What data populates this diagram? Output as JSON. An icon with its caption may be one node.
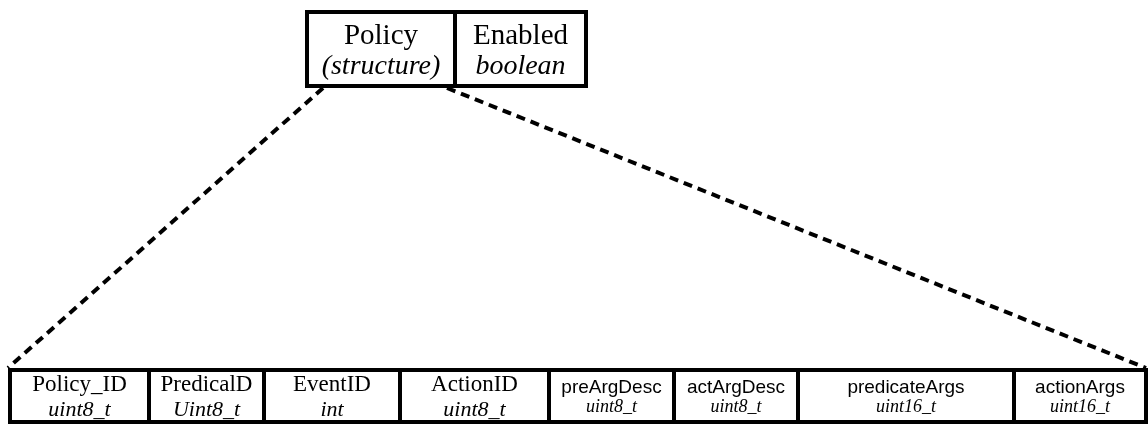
{
  "diagram": {
    "nodes": [
      {
        "text": [
          "Policy",
          "(structure)"
        ]
      },
      {
        "text": [
          "Enabled",
          "boolean"
        ]
      },
      {
        "text": [
          "Policy_ID",
          "uint8_t"
        ]
      },
      {
        "text": [
          "PredicalD",
          "Uint8_t"
        ]
      },
      {
        "text": [
          "EventID",
          "int"
        ]
      },
      {
        "text": [
          "ActionID",
          "uint8_t"
        ]
      },
      {
        "text": [
          "preArgDesc",
          "uint8_t"
        ]
      },
      {
        "text": [
          "actArgDesc",
          "uint8_t"
        ]
      },
      {
        "text": [
          "predicateArgs",
          "uint16_t"
        ]
      },
      {
        "text": [
          "actionArgs",
          "uint16_t"
        ]
      }
    ],
    "edges": [
      {
        "from": 0,
        "to": 2,
        "arrow": "none",
        "style": "dashed"
      },
      {
        "from": 0,
        "to": 9,
        "arrow": "none",
        "style": "dashed"
      }
    ]
  }
}
